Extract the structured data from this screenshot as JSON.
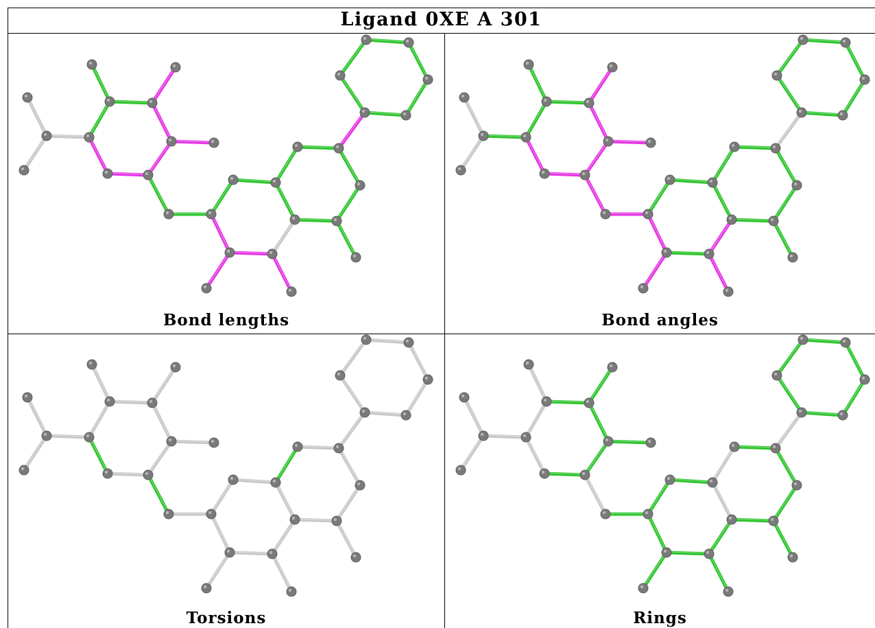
{
  "title": "Ligand 0XE A 301",
  "colors": {
    "atom": "#7a7a7a",
    "neutral_bond": "#c8c8c8",
    "green_bond": "#2ec52e",
    "magenta_bond": "#e535e5"
  },
  "panels": [
    {
      "id": "bond-lengths",
      "caption": "Bond lengths",
      "bond_colors": [
        "neutral",
        "neutral",
        "neutral",
        "green",
        "magenta",
        "green",
        "green",
        "magenta",
        "magenta",
        "magenta",
        "magenta",
        "magenta",
        "green",
        "green",
        "green",
        "green",
        "green",
        "neutral",
        "magenta",
        "magenta",
        "magenta",
        "magenta",
        "green",
        "green",
        "green",
        "green",
        "green",
        "green",
        "magenta"
      ]
    },
    {
      "id": "bond-angles",
      "caption": "Bond angles",
      "bond_colors": [
        "neutral",
        "neutral",
        "green",
        "green",
        "magenta",
        "green",
        "green",
        "magenta",
        "magenta",
        "magenta",
        "magenta",
        "magenta",
        "magenta",
        "magenta",
        "green",
        "green",
        "green",
        "magenta",
        "green",
        "magenta",
        "magenta",
        "magenta",
        "green",
        "green",
        "green",
        "green",
        "green",
        "green",
        "neutral"
      ]
    },
    {
      "id": "torsions",
      "caption": "Torsions",
      "bond_colors": [
        "neutral",
        "neutral",
        "neutral",
        "neutral",
        "neutral",
        "neutral",
        "neutral",
        "neutral",
        "neutral",
        "neutral",
        "neutral",
        "green",
        "green",
        "neutral",
        "neutral",
        "neutral",
        "neutral",
        "neutral",
        "neutral",
        "neutral",
        "neutral",
        "neutral",
        "green",
        "neutral",
        "neutral",
        "neutral",
        "neutral",
        "neutral",
        "neutral"
      ]
    },
    {
      "id": "rings",
      "caption": "Rings",
      "bond_colors": [
        "neutral",
        "neutral",
        "neutral",
        "neutral",
        "green",
        "neutral",
        "green",
        "green",
        "green",
        "green",
        "green",
        "neutral",
        "neutral",
        "green",
        "green",
        "green",
        "neutral",
        "green",
        "green",
        "green",
        "green",
        "green",
        "neutral",
        "green",
        "green",
        "green",
        "green",
        "green",
        "neutral"
      ]
    }
  ]
}
